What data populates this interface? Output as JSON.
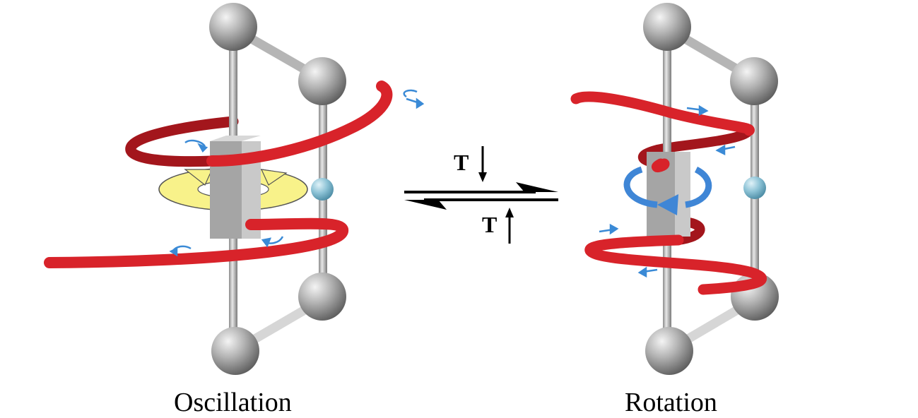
{
  "captions": {
    "left": "Oscillation",
    "right": "Rotation"
  },
  "equilibrium": {
    "upper_label": "T",
    "upper_arrow": "down",
    "lower_label": "T",
    "lower_arrow": "up"
  },
  "colors": {
    "helix": "#d8232a",
    "sphere": "#a8a8a8",
    "small_sphere": "#7fb7cc",
    "rotor": "#a9a9a9",
    "yellow_arrow": "#f8f28a",
    "blue_arrow": "#3f86d6",
    "small_arrows": "#3a8ad6"
  }
}
